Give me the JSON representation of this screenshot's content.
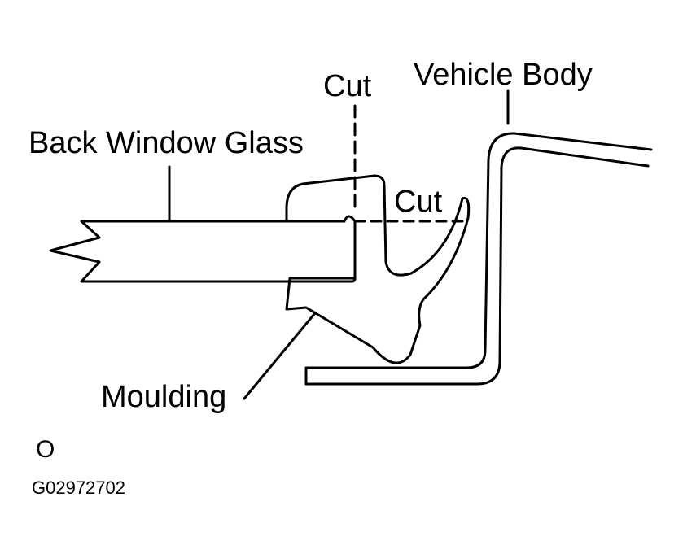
{
  "labels": {
    "cut_top": "Cut",
    "cut_right": "Cut",
    "vehicle_body": "Vehicle Body",
    "back_window_glass": "Back Window Glass",
    "moulding": "Moulding",
    "view_marker": "O",
    "figure_code": "G02972702"
  },
  "colors": {
    "line": "#000000",
    "background": "#ffffff"
  }
}
